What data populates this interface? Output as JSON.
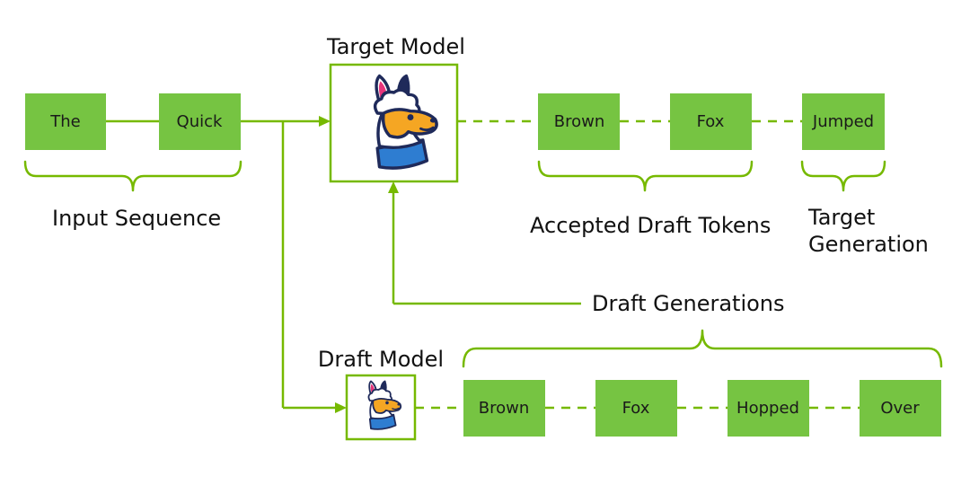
{
  "labels": {
    "target_model": "Target Model",
    "draft_model": "Draft Model",
    "input_sequence": "Input Sequence",
    "accepted_draft_tokens": "Accepted Draft Tokens",
    "target_generation_line1": "Target",
    "target_generation_line2": "Generation",
    "draft_generations": "Draft Generations"
  },
  "input_tokens": [
    "The",
    "Quick"
  ],
  "accepted_tokens": [
    "Brown",
    "Fox"
  ],
  "target_token": "Jumped",
  "draft_tokens": [
    "Brown",
    "Fox",
    "Hopped",
    "Over"
  ],
  "colors": {
    "token_fill": "#76c442",
    "line": "#76b900",
    "llama_orange": "#f5a623",
    "llama_blue": "#2e7dd1",
    "llama_navy": "#1f2a5a",
    "llama_pink": "#e6337a"
  },
  "icons": {
    "model_icon": "llama-icon"
  }
}
